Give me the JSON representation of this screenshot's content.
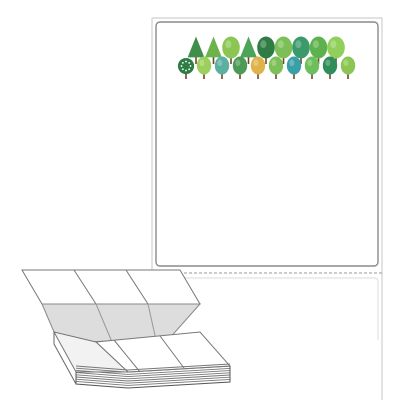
{
  "product": {
    "label_icon": "tree-pattern-label",
    "fanfold_icon": "fanfold-label-stack",
    "colors": {
      "label_border": "#8a8a8a",
      "label_fill": "#ffffff",
      "liner_edge": "#c8c8c8",
      "perforation": "#9a9a9a",
      "paper_shade": "#dddddd",
      "stack_line": "#777777"
    }
  },
  "trees": {
    "row1": [
      {
        "shape": "cone",
        "color": "#3f8f4a"
      },
      {
        "shape": "cone",
        "color": "#6bb34a"
      },
      {
        "shape": "round",
        "color": "#8ac651"
      },
      {
        "shape": "cone",
        "color": "#4ca35a"
      },
      {
        "shape": "round",
        "color": "#2f7d45"
      },
      {
        "shape": "round",
        "color": "#7bbf56"
      },
      {
        "shape": "round",
        "color": "#3a9a6a"
      },
      {
        "shape": "round",
        "color": "#5eb24e"
      },
      {
        "shape": "round",
        "color": "#8fcf5a"
      }
    ],
    "row2": [
      {
        "shape": "dotted",
        "color": "#2f7d45"
      },
      {
        "shape": "round",
        "color": "#9ccf5c"
      },
      {
        "shape": "round",
        "color": "#5bb0a0"
      },
      {
        "shape": "round",
        "color": "#4c9a55"
      },
      {
        "shape": "round",
        "color": "#e0b24a"
      },
      {
        "shape": "round",
        "color": "#7cc057"
      },
      {
        "shape": "round",
        "color": "#3aa0a8"
      },
      {
        "shape": "round",
        "color": "#6cbf5a"
      },
      {
        "shape": "round",
        "color": "#2f8d5a"
      },
      {
        "shape": "round",
        "color": "#8ac651"
      }
    ]
  }
}
